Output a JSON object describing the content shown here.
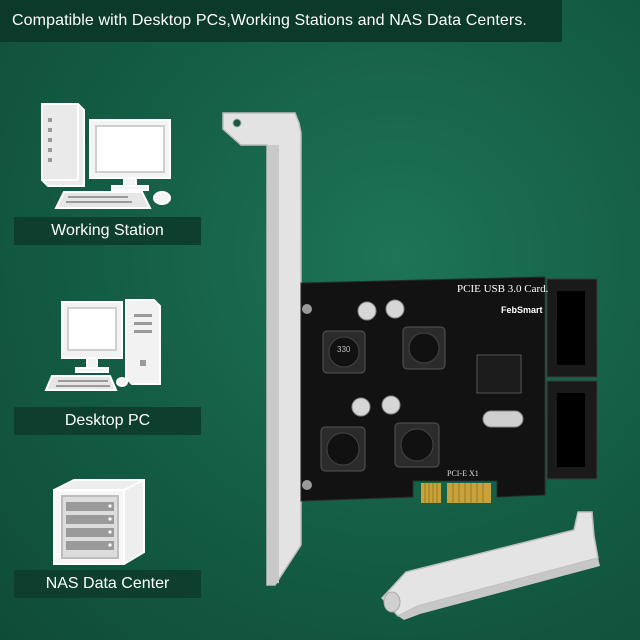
{
  "banner": {
    "text": "Compatible with Desktop PCs,Working Stations and NAS Data Centers."
  },
  "labels": {
    "working_station": "Working Station",
    "desktop_pc": "Desktop PC",
    "nas": "NAS Data Center"
  },
  "card": {
    "title": "PCIE USB 3.0 Card.",
    "brand": "FebSmart",
    "slot_text": "PCI-E X1",
    "inductor_label": "330"
  },
  "colors": {
    "background": "#135943",
    "banner": "#0b3a2b",
    "label_bar": "#0d3e2e",
    "pcb": "#111111",
    "bracket": "#d8d8d8",
    "gold_finger": "#c9a23a"
  },
  "icons": [
    "workstation-icon",
    "desktop-pc-icon",
    "nas-server-icon"
  ]
}
